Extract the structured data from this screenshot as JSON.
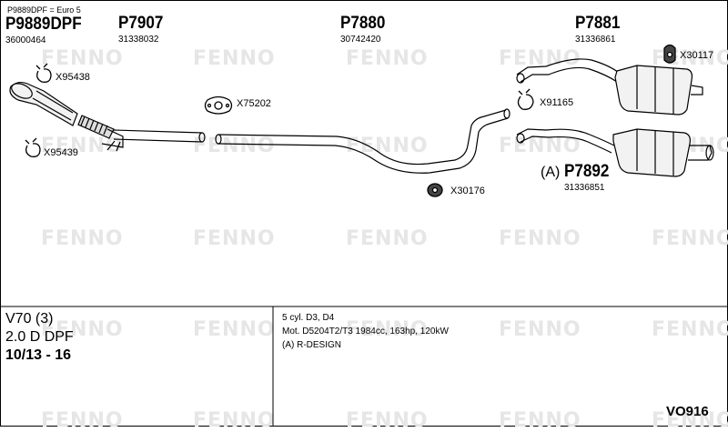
{
  "header_note": "P9889DPF = Euro 5",
  "parts": {
    "p9889dpf": {
      "code": "P9889DPF",
      "number": "36000464"
    },
    "p7907": {
      "code": "P7907",
      "number": "31338032"
    },
    "p7880": {
      "code": "P7880",
      "number": "30742420"
    },
    "p7881": {
      "code": "P7881",
      "number": "31336861"
    },
    "p7892": {
      "prefix": "(A)",
      "code": "P7892",
      "number": "31336851"
    }
  },
  "accessories": {
    "x95438": "X95438",
    "x95439": "X95439",
    "x75202": "X75202",
    "x30117": "X30117",
    "x91165": "X91165",
    "x30176": "X30176"
  },
  "vehicle": {
    "model": "V70 (3)",
    "engine": "2.0 D DPF",
    "years": "10/13 - 16"
  },
  "details": {
    "line1": "5 cyl. D3, D4",
    "line2": "Mot. D5204T2/T3 1984cc, 163hp, 120kW",
    "line3": "(A) R-DESIGN"
  },
  "ref_code": "VO916",
  "watermark": "FENNO",
  "colors": {
    "watermark": "#e6e6e6",
    "line": "#000000"
  }
}
